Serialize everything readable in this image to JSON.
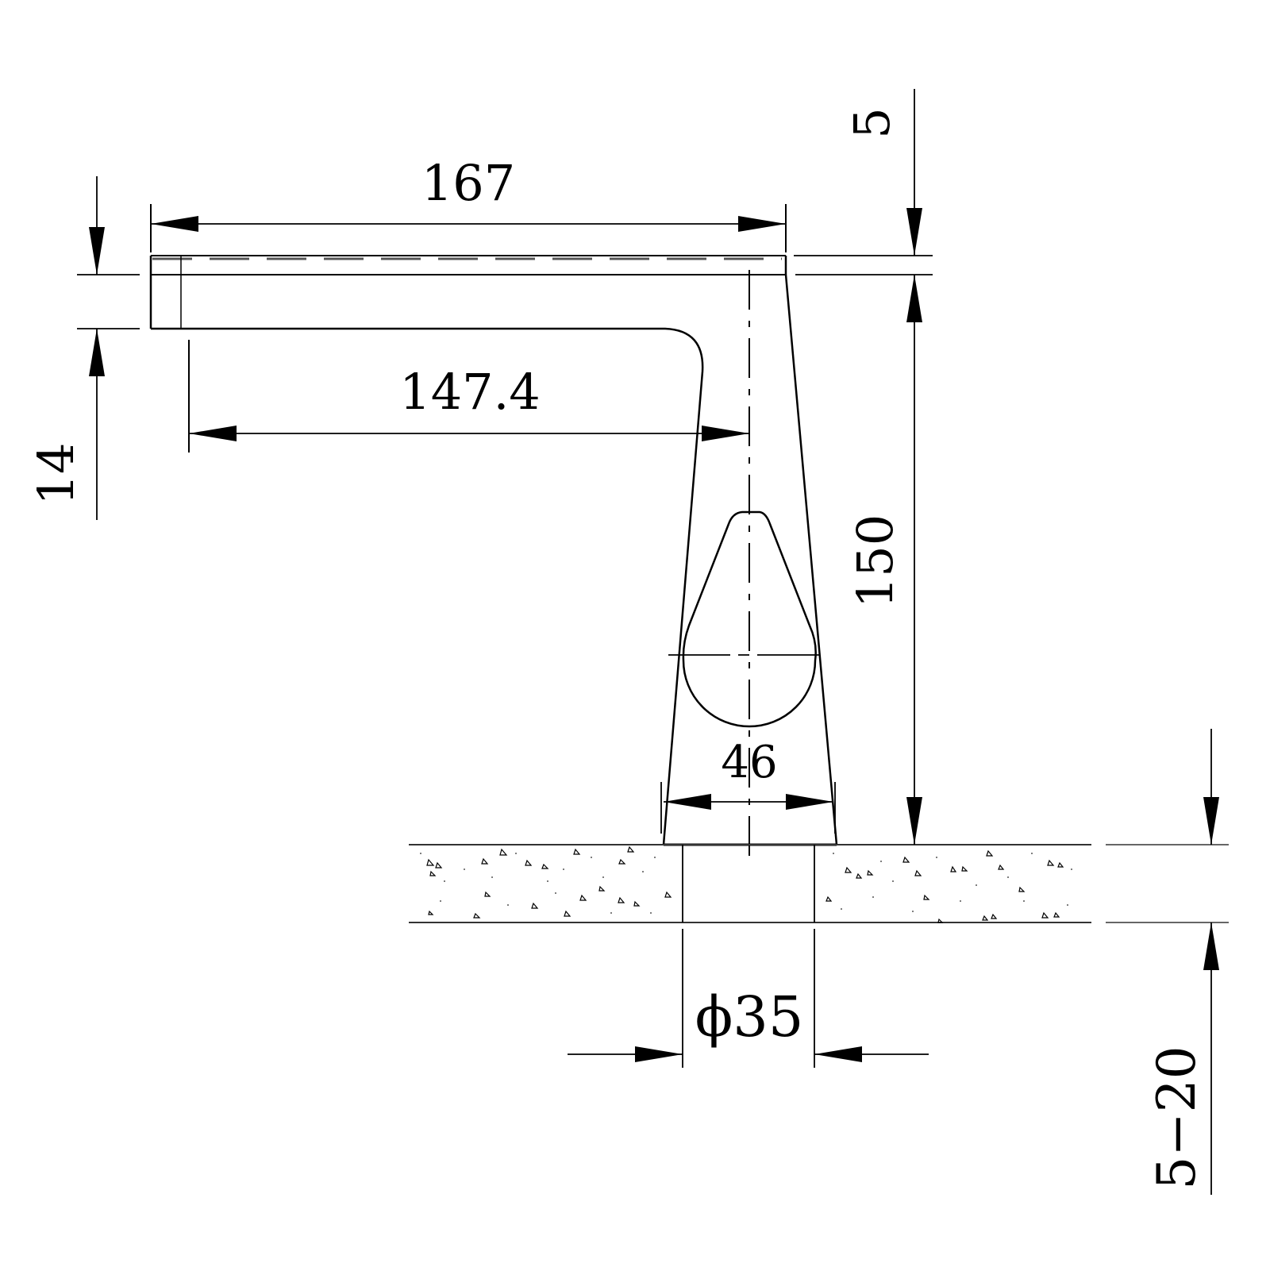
{
  "drawing": {
    "subject": "basin faucet side elevation",
    "colors": {
      "line": "#000000",
      "background": "#ffffff",
      "hatch_dot": "#555555"
    }
  },
  "dimensions": {
    "spout_length": "167",
    "spout_reach": "147.4",
    "spout_thickness": "14",
    "top_cap": "5",
    "height": "150",
    "base_width": "46",
    "hole_diameter": "ϕ35",
    "deck_thickness": "5−20"
  }
}
